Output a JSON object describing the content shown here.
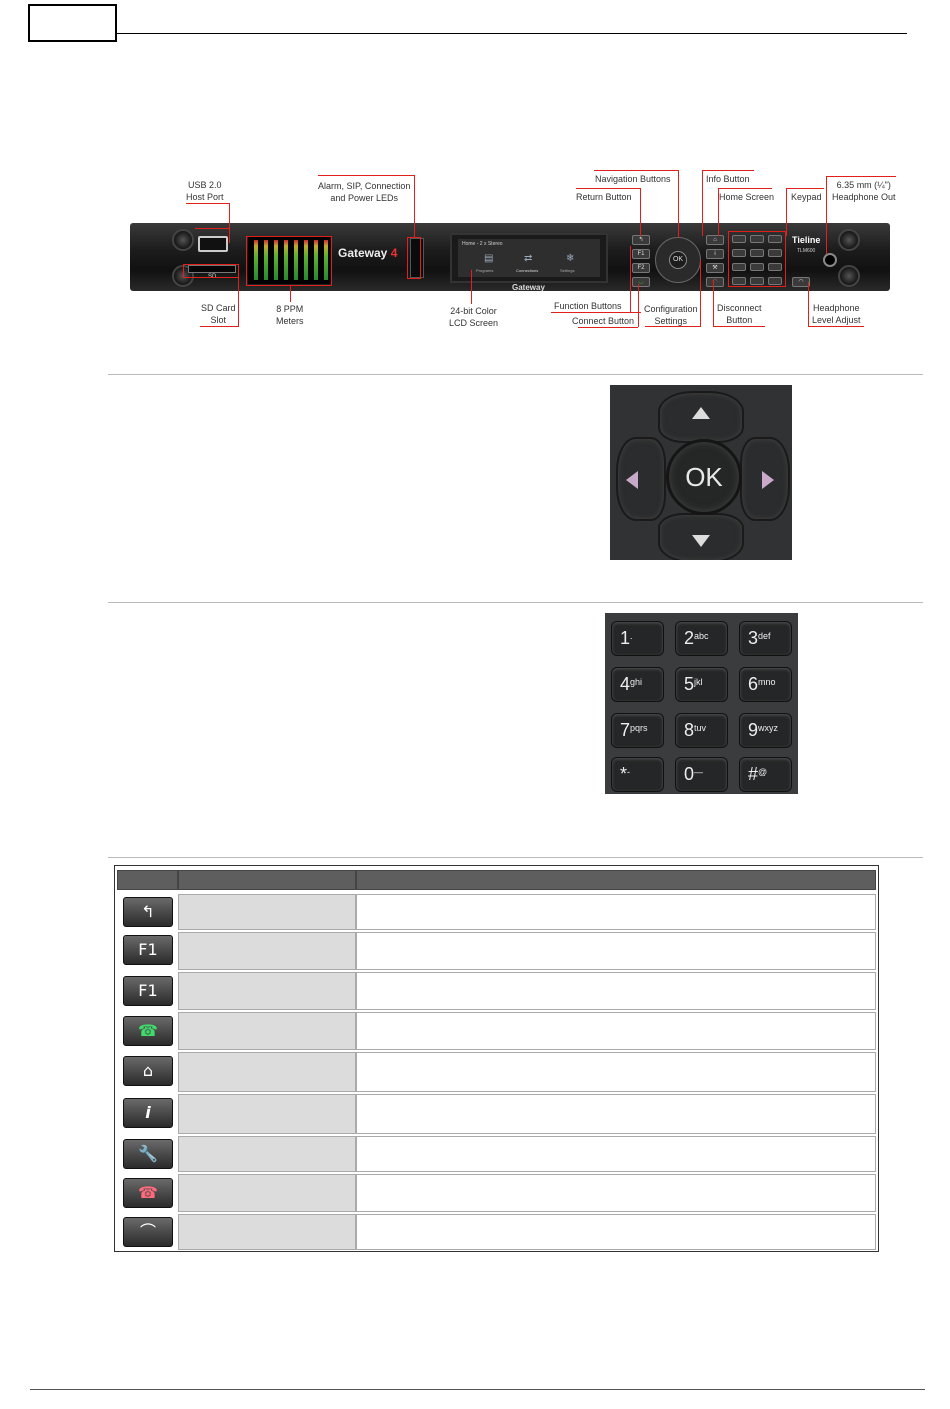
{
  "device_labels": {
    "usb": [
      "USB 2.0",
      "Host Port"
    ],
    "leds": [
      "Alarm, SIP, Connection",
      "and Power LEDs"
    ],
    "navigation": "Navigation Buttons",
    "return": "Return Button",
    "info": "Info Button",
    "home": "Home Screen",
    "keypad": "Keypad",
    "headphone_out": [
      "6.35 mm (¼\")",
      "Headphone Out"
    ],
    "sd": [
      "SD Card",
      "Slot"
    ],
    "meters": [
      "8 PPM",
      "Meters"
    ],
    "lcd": [
      "24-bit Color",
      "LCD Screen"
    ],
    "function": "Function Buttons",
    "connect": "Connect Button",
    "config": [
      "Configuration",
      "Settings"
    ],
    "disconnect": [
      "Disconnect",
      "Button"
    ],
    "headphone_level": [
      "Headphone",
      "Level Adjust"
    ]
  },
  "device": {
    "sd_text": "SD",
    "logo": "Gateway",
    "logo_num": "4",
    "lcd_title": "Home - 2 x Stereo",
    "lcd_items": [
      "Programs",
      "Connections",
      "Settings"
    ],
    "brand_bottom": "Gateway",
    "brand_right": "Tieline",
    "model": "TLM600",
    "f1": "F1",
    "f2": "F2",
    "ok": "OK"
  },
  "nav_photo": {
    "ok": "OK"
  },
  "keypad_photo": {
    "keys": [
      {
        "d": "1",
        "l": "."
      },
      {
        "d": "2",
        "l": "abc"
      },
      {
        "d": "3",
        "l": "def"
      },
      {
        "d": "4",
        "l": "ghi"
      },
      {
        "d": "5",
        "l": "jkl"
      },
      {
        "d": "6",
        "l": "mno"
      },
      {
        "d": "7",
        "l": "pqrs"
      },
      {
        "d": "8",
        "l": "tuv"
      },
      {
        "d": "9",
        "l": "wxyz"
      },
      {
        "d": "*",
        "l": "-"
      },
      {
        "d": "0",
        "l": "—"
      },
      {
        "d": "#",
        "l": "@"
      }
    ]
  },
  "table_buttons": [
    "↰",
    "F1",
    "F1",
    "☎",
    "⌂",
    "i",
    "🔧",
    "☎",
    "⌒"
  ]
}
